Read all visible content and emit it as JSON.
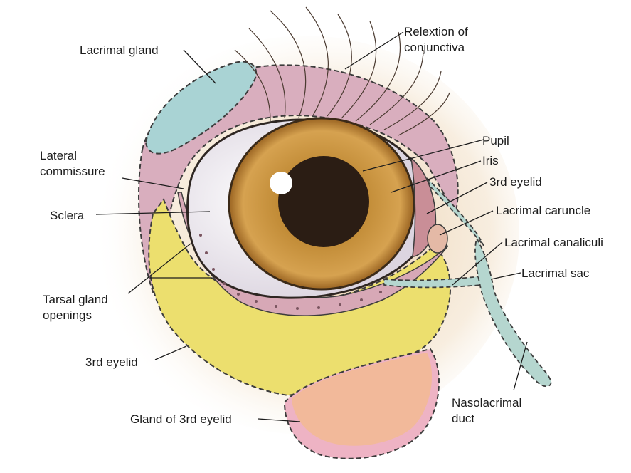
{
  "labels": {
    "lacrimal_gland": "Lacrimal gland",
    "reflexion_line1": "Relextion of",
    "reflexion_line2": "conjunctiva",
    "pupil": "Pupil",
    "iris": "Iris",
    "third_eyelid_right": "3rd eyelid",
    "lateral_commissure_line1": "Lateral",
    "lateral_commissure_line2": "commissure",
    "sclera": "Sclera",
    "lacrimal_caruncle": "Lacrimal caruncle",
    "lacrimal_canaliculi": "Lacrimal canaliculi",
    "lacrimal_sac": "Lacrimal sac",
    "tarsal_line1": "Tarsal gland",
    "tarsal_line2": "openings",
    "third_eyelid_left": "3rd eyelid",
    "gland_third_eyelid": "Gland of 3rd eyelid",
    "nasolacrimal_line1": "Nasolacrimal",
    "nasolacrimal_line2": "duct"
  },
  "colors": {
    "lacrimal_gland": "#a9d3d4",
    "conjunctiva_pink": "#d9aebe",
    "third_eyelid_yellow": "#ecdf6e",
    "gland_peach": "#f2b99a",
    "gland_pink": "#eeb3c4",
    "duct_teal": "#b5d6cf",
    "iris": "#c48d35",
    "pupil": "#2b1d14",
    "sclera": "#f4f1f4",
    "outline": "#3c3c3c"
  }
}
